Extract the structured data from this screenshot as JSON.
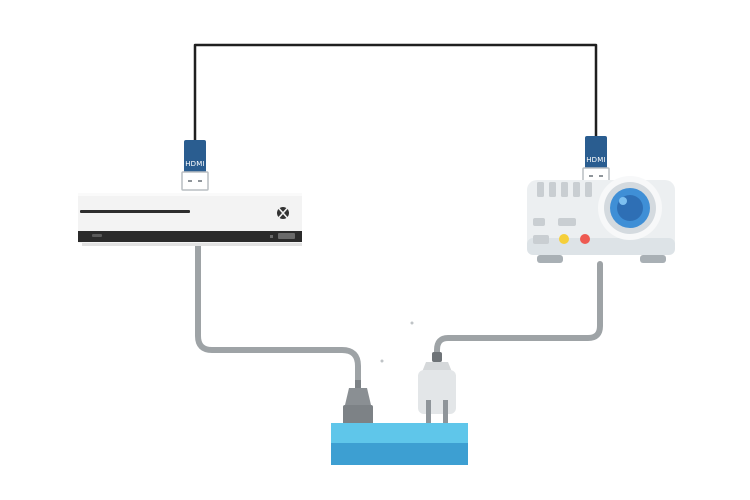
{
  "diagram": {
    "hdmi_label": "HDMI",
    "colors": {
      "hdmi_cable": "#1f1f1f",
      "power_cable": "#9ea3a6",
      "hdmi_connector": "#2a5d90",
      "console_body": "#f3f3f3",
      "console_strip": "#2b2b2b",
      "projector_body": "#eceff1",
      "projector_lens": "#3f8fd6",
      "power_strip_top": "#5fc6ea",
      "power_strip_front": "#3d9fd2",
      "projector_button_yellow": "#f5cf3a",
      "projector_button_red": "#ee5a52"
    },
    "devices": [
      {
        "name": "xbox-one-s",
        "icon": "xbox-logo-icon"
      },
      {
        "name": "projector",
        "icon": "projector-icon"
      },
      {
        "name": "power-strip",
        "icon": "power-strip-icon"
      }
    ],
    "connections": [
      {
        "type": "HDMI",
        "from": "xbox-one-s",
        "to": "projector"
      },
      {
        "type": "power",
        "from": "xbox-one-s",
        "to": "power-strip"
      },
      {
        "type": "power",
        "from": "projector",
        "to": "power-strip"
      }
    ]
  }
}
